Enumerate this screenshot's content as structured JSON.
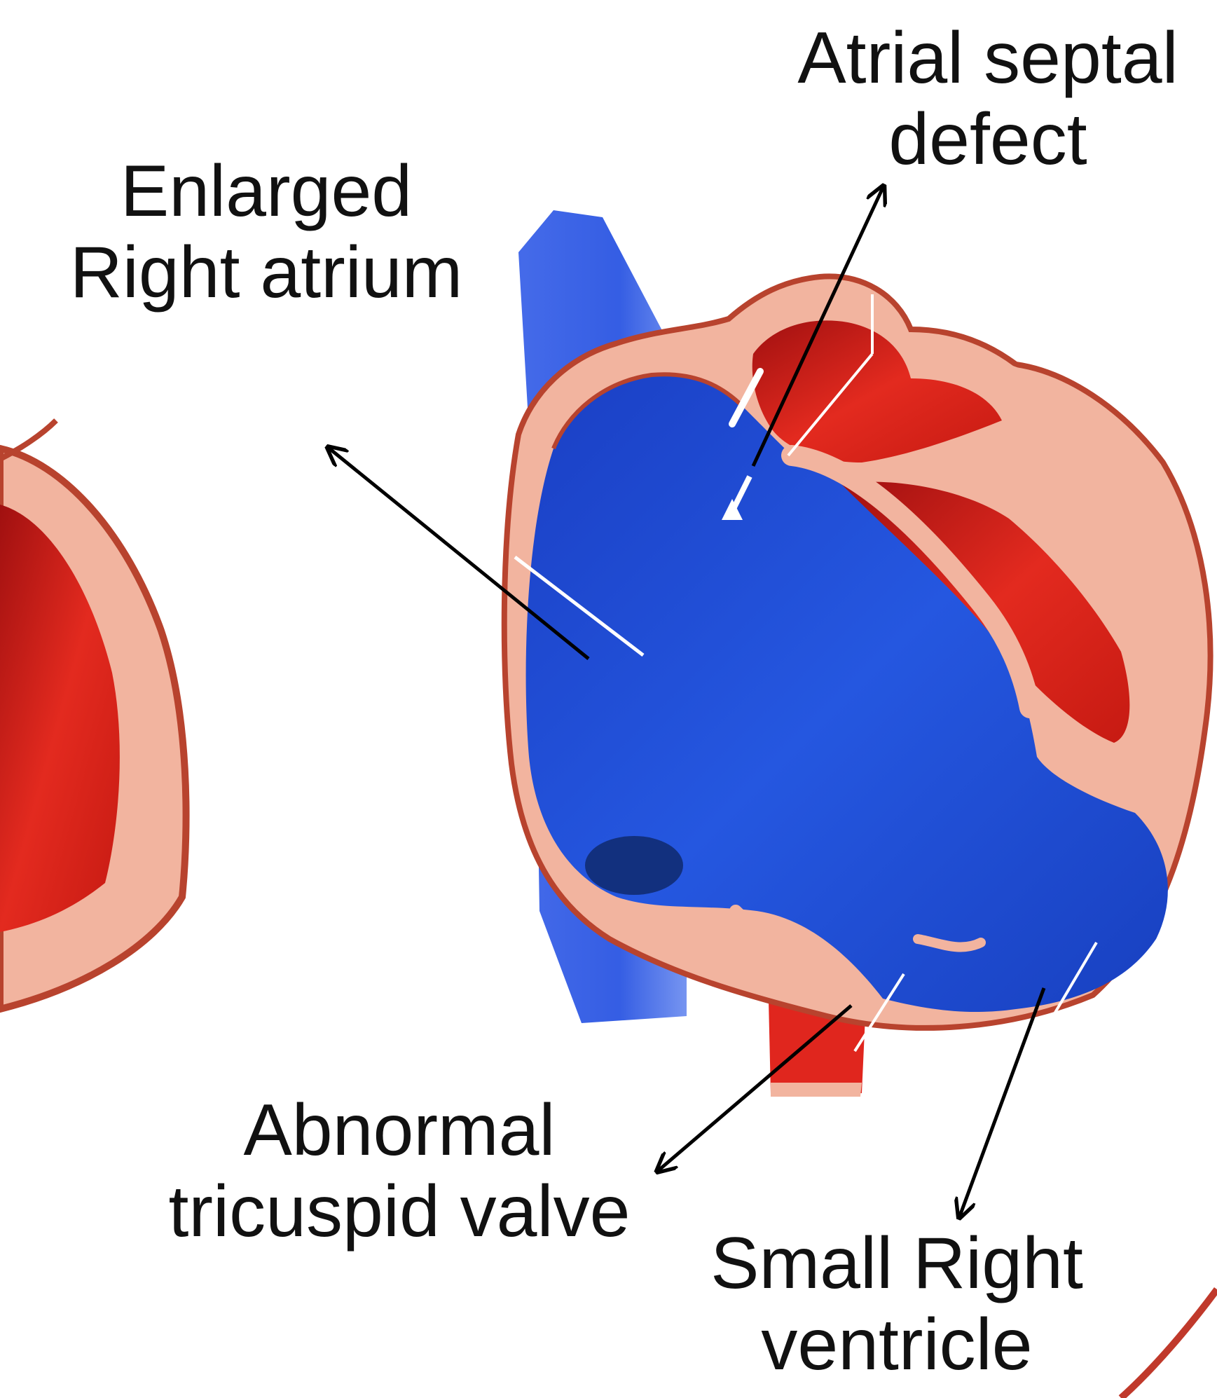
{
  "labels": {
    "right_atrium": {
      "line1": "Enlarged",
      "line2": "Right atrium"
    },
    "asd": {
      "line1": "Atrial septal",
      "line2": "defect"
    },
    "tricuspid": {
      "line1": "Abnormal",
      "line2": "tricuspid valve"
    },
    "rv": {
      "line1": "Small Right",
      "line2": "ventricle"
    }
  },
  "colors": {
    "text": "#111111",
    "deoxygenated_blood": "#1f4fd6",
    "oxygenated_blood": "#e0261e",
    "heart_wall": "#f2b49f",
    "wall_outline": "#b8432e",
    "arrow": "#000000"
  }
}
